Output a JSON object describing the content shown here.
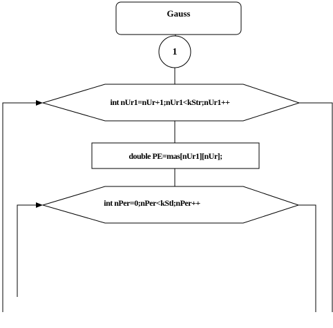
{
  "diagram": {
    "start_label": "Gauss",
    "connector_label": "1",
    "outer_loop_condition": "int nUr1=nUr+1;nUr1<kStr;nUr1++",
    "process_statement": "double  PE=mas[nUr1][nUr];",
    "inner_loop_condition": "int nPer=0;nPer<kStl;nPer++"
  }
}
